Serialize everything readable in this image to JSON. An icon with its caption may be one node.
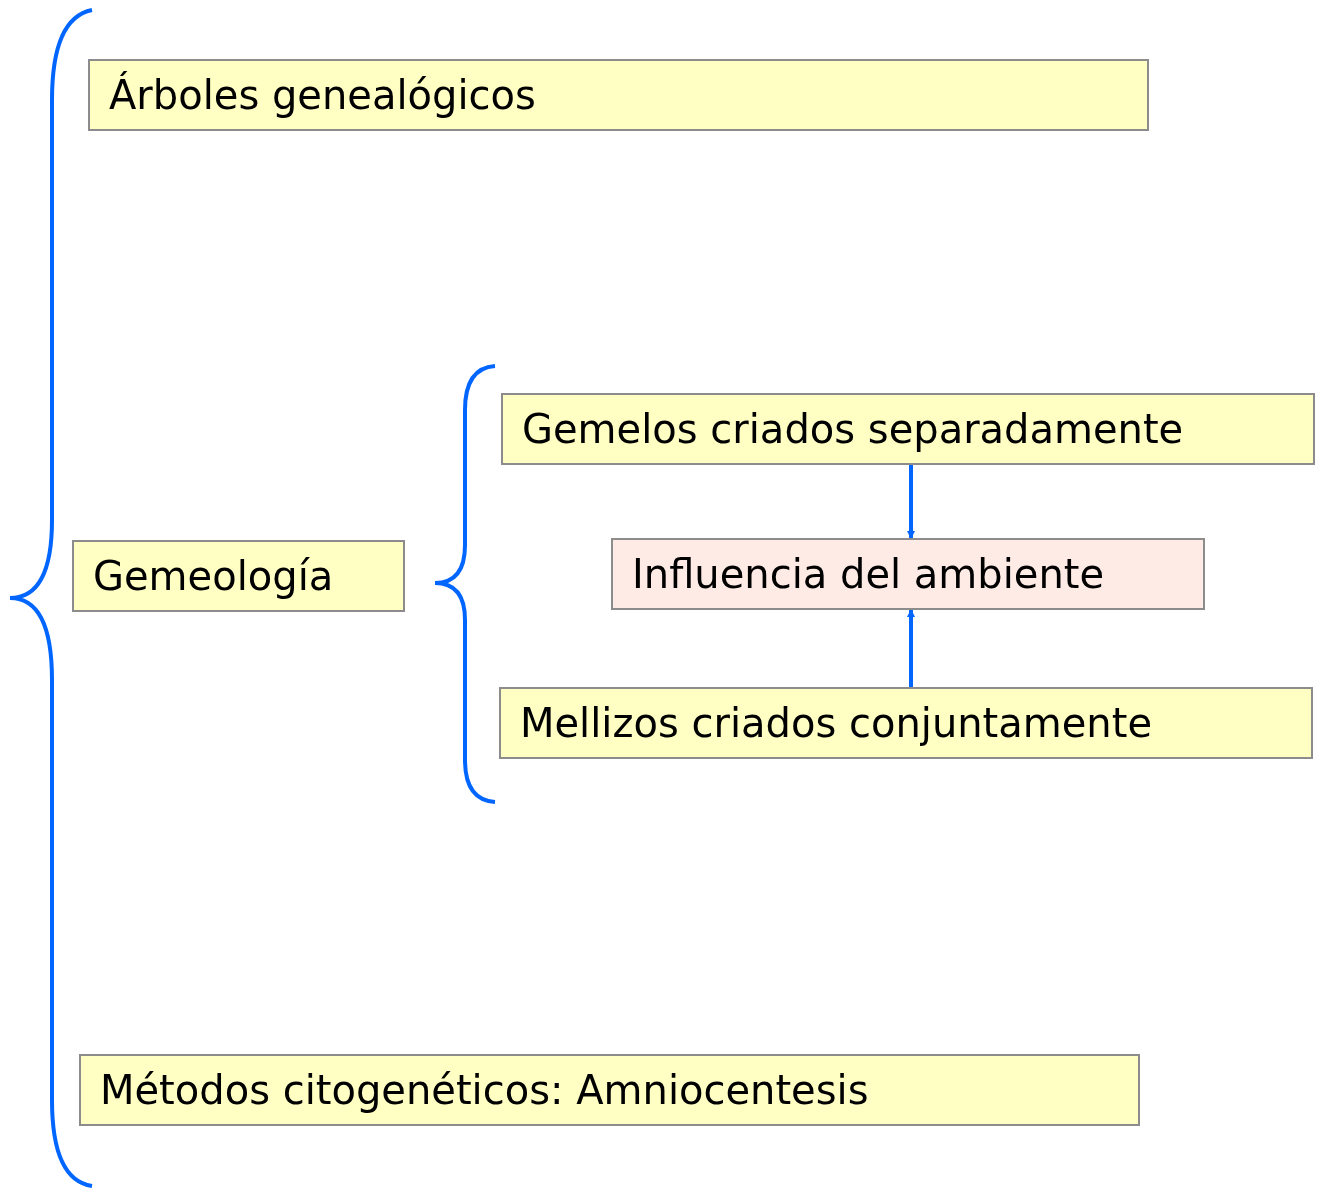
{
  "diagram": {
    "nodes": [
      {
        "text": [
          "Árboles genealógicos"
        ]
      },
      {
        "text": [
          "Gemeología"
        ]
      },
      {
        "text": [
          "Gemelos criados separadamente"
        ]
      },
      {
        "text": [
          "Influencia del ambiente"
        ]
      },
      {
        "text": [
          "Mellizos criados conjuntamente"
        ]
      },
      {
        "text": [
          "Métodos citogenéticos: Amniocentesis"
        ]
      }
    ],
    "edges": [
      {
        "from": 2,
        "to": 3,
        "arrow": "to"
      },
      {
        "from": 4,
        "to": 3,
        "arrow": "to"
      }
    ]
  }
}
